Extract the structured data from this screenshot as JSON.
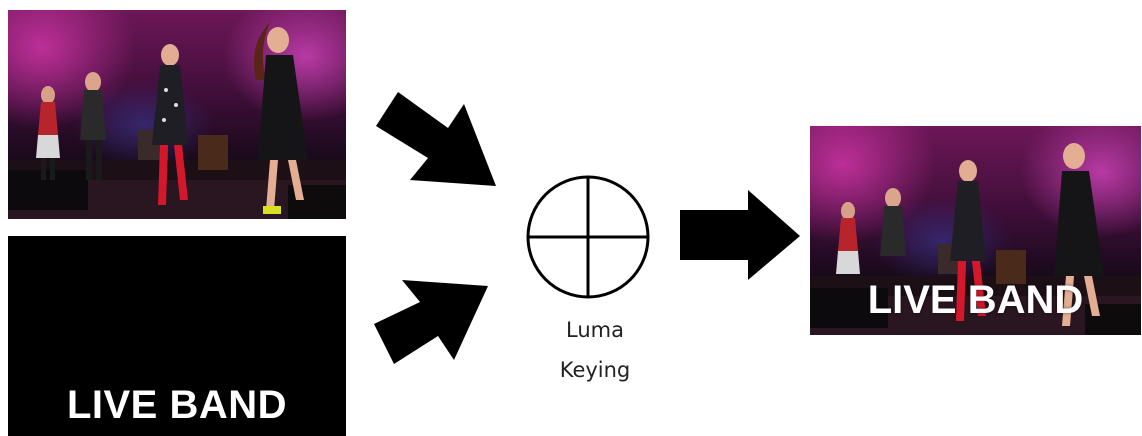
{
  "key_overlay_text": "LIVE BAND",
  "result_overlay_text": "LIVE BAND",
  "operation": {
    "symbol_icon": "circled-plus-icon",
    "label_line1": "Luma",
    "label_line2": "Keying"
  },
  "colors": {
    "arrow": "#000000",
    "key_background": "#000000",
    "overlay_text": "#ffffff"
  }
}
